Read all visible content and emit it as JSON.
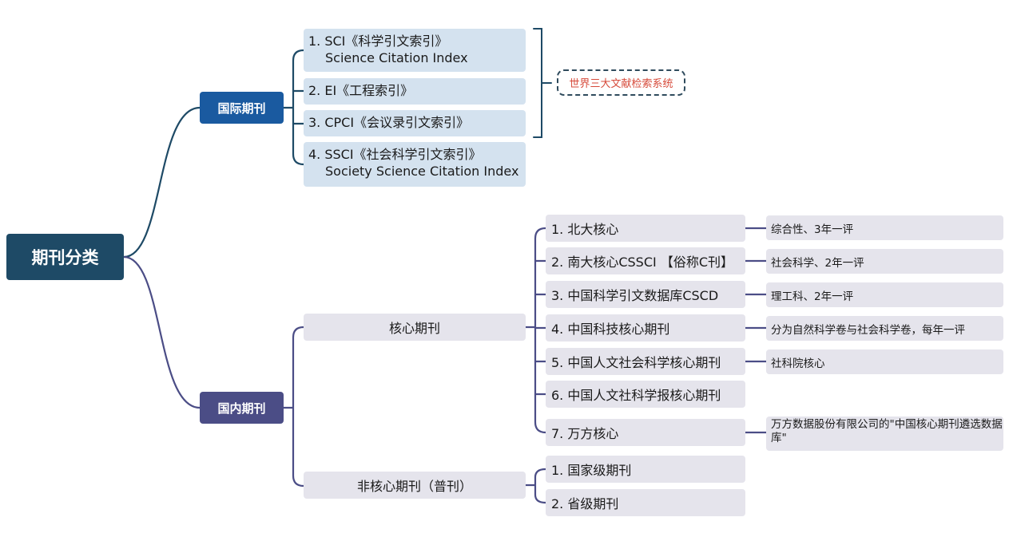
{
  "root": {
    "label": "期刊分类"
  },
  "international": {
    "label": "国际期刊",
    "items": [
      {
        "line1": "1. SCI《科学引文索引》",
        "line2": "Science Citation Index"
      },
      {
        "line1": "2. EI《工程索引》"
      },
      {
        "line1": "3. CPCI《会议录引文索引》"
      },
      {
        "line1": "4. SSCI《社会科学引文索引》",
        "line2": "Society Science Citation Index"
      }
    ],
    "callout": "世界三大文献检索系统"
  },
  "domestic": {
    "label": "国内期刊",
    "core": {
      "label": "核心期刊",
      "items": [
        {
          "label": "1. 北大核心",
          "note": "综合性、3年一评"
        },
        {
          "label": "2. 南大核心CSSCI 【俗称C刊】",
          "note": "社会科学、2年一评"
        },
        {
          "label": "3. 中国科学引文数据库CSCD",
          "note": "理工科、2年一评"
        },
        {
          "label": "4. 中国科技核心期刊",
          "note": "分为自然科学卷与社会科学卷，每年一评"
        },
        {
          "label": "5. 中国人文社会科学核心期刊",
          "note": "社科院核心"
        },
        {
          "label": "6. 中国人文社科学报核心期刊"
        },
        {
          "label": "7. 万方核心",
          "note": "万方数据股份有限公司的\"中国核心期刊遴选数据库\""
        }
      ]
    },
    "noncore": {
      "label": "非核心期刊（普刊）",
      "items": [
        {
          "label": "1. 国家级期刊"
        },
        {
          "label": "2. 省级期刊"
        }
      ]
    }
  },
  "colors": {
    "root_bg": "#1e4a66",
    "intl_bg": "#1a5aa0",
    "domestic_bg": "#4b4d86",
    "intl_item_bg": "#d4e2ef",
    "domestic_item_bg": "#e5e4ec",
    "intl_line": "#1e4a66",
    "domestic_line": "#4b4d86",
    "callout_text": "#d64a3a"
  }
}
